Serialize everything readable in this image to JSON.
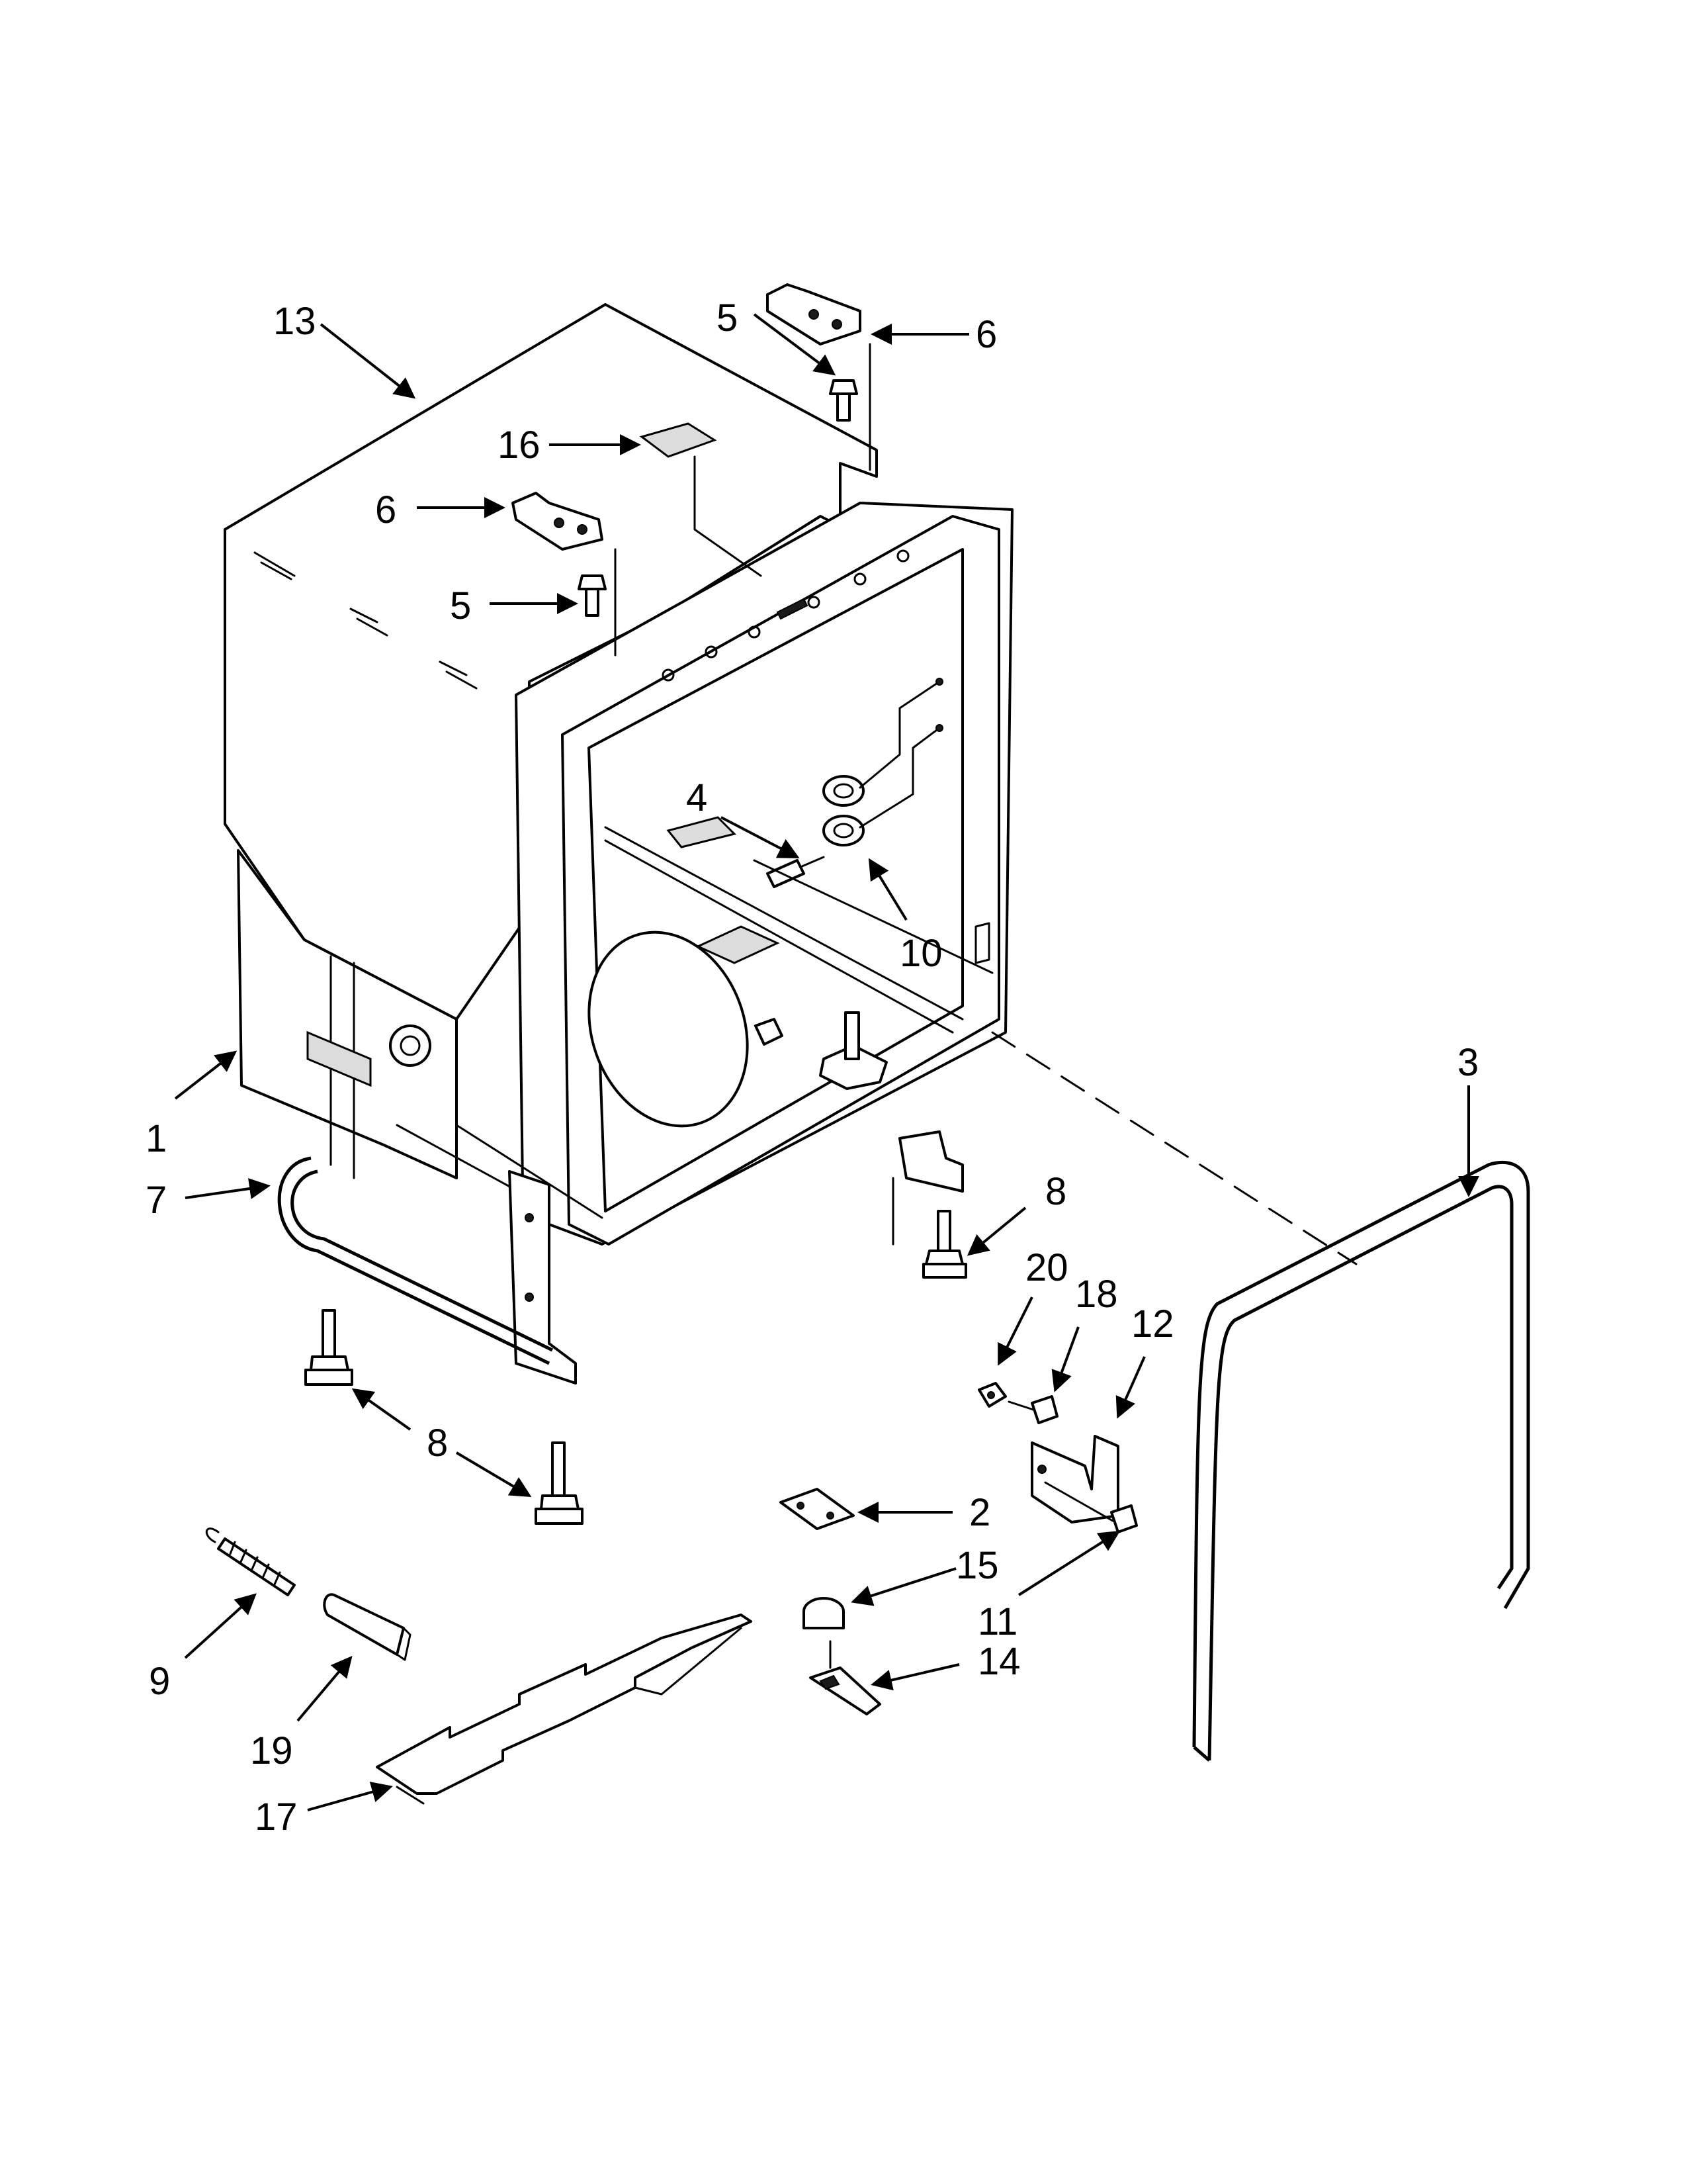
{
  "diagram": {
    "callouts": [
      {
        "id": "c13",
        "text": "13"
      },
      {
        "id": "c5a",
        "text": "5"
      },
      {
        "id": "c6a",
        "text": "6"
      },
      {
        "id": "c16",
        "text": "16"
      },
      {
        "id": "c6b",
        "text": "6"
      },
      {
        "id": "c5b",
        "text": "5"
      },
      {
        "id": "c4",
        "text": "4"
      },
      {
        "id": "c10",
        "text": "10"
      },
      {
        "id": "c3",
        "text": "3"
      },
      {
        "id": "c1",
        "text": "1"
      },
      {
        "id": "c7",
        "text": "7"
      },
      {
        "id": "c8a",
        "text": "8"
      },
      {
        "id": "c20",
        "text": "20"
      },
      {
        "id": "c18",
        "text": "18"
      },
      {
        "id": "c12",
        "text": "12"
      },
      {
        "id": "c8b",
        "text": "8"
      },
      {
        "id": "c2",
        "text": "2"
      },
      {
        "id": "c15",
        "text": "15"
      },
      {
        "id": "c11",
        "text": "11"
      },
      {
        "id": "c14",
        "text": "14"
      },
      {
        "id": "c9",
        "text": "9"
      },
      {
        "id": "c19",
        "text": "19"
      },
      {
        "id": "c17",
        "text": "17"
      }
    ]
  }
}
